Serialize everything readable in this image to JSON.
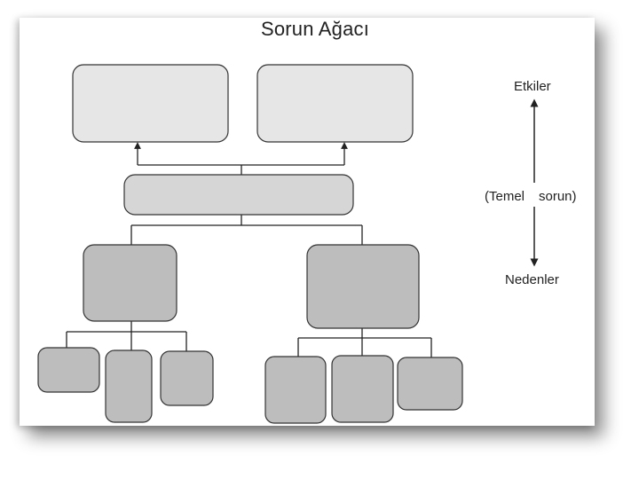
{
  "diagram": {
    "title": "Sorun Ağacı",
    "axis": {
      "top_label": "Etkiler",
      "middle_label_left": "(Temel",
      "middle_label_right": "sorun)",
      "bottom_label": "Nedenler"
    },
    "colors": {
      "effect_box": "#e6e6e6",
      "core_box": "#d6d6d6",
      "cause_box": "#bdbdbd",
      "line": "#222222"
    }
  }
}
